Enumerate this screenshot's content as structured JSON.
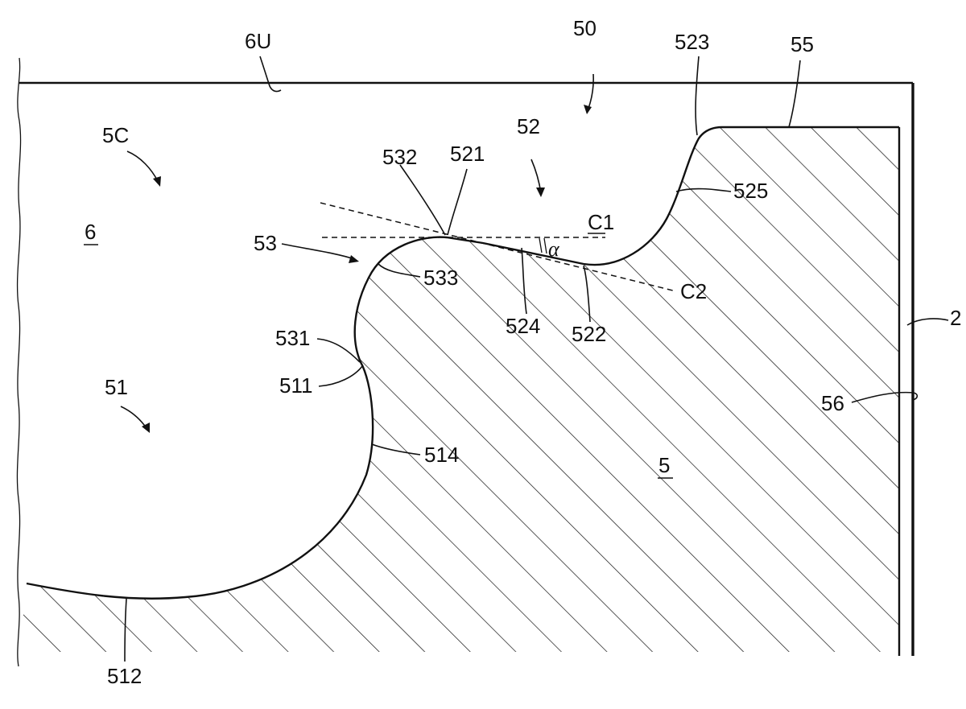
{
  "labels": {
    "l_6U": "6U",
    "l_50": "50",
    "l_523": "523",
    "l_55": "55",
    "l_5C": "5C",
    "l_52": "52",
    "l_532": "532",
    "l_521": "521",
    "l_525": "525",
    "l_6": "6",
    "l_C1": "C1",
    "l_53": "53",
    "l_alpha": "α",
    "l_533": "533",
    "l_C2": "C2",
    "l_524": "524",
    "l_522": "522",
    "l_2": "2",
    "l_531": "531",
    "l_511": "511",
    "l_51": "51",
    "l_56": "56",
    "l_514": "514",
    "l_5": "5",
    "l_512": "512"
  },
  "colors": {
    "ink": "#111111",
    "background": "#ffffff"
  },
  "hatch": {
    "direction": "diagonal",
    "style": "thin lines"
  }
}
